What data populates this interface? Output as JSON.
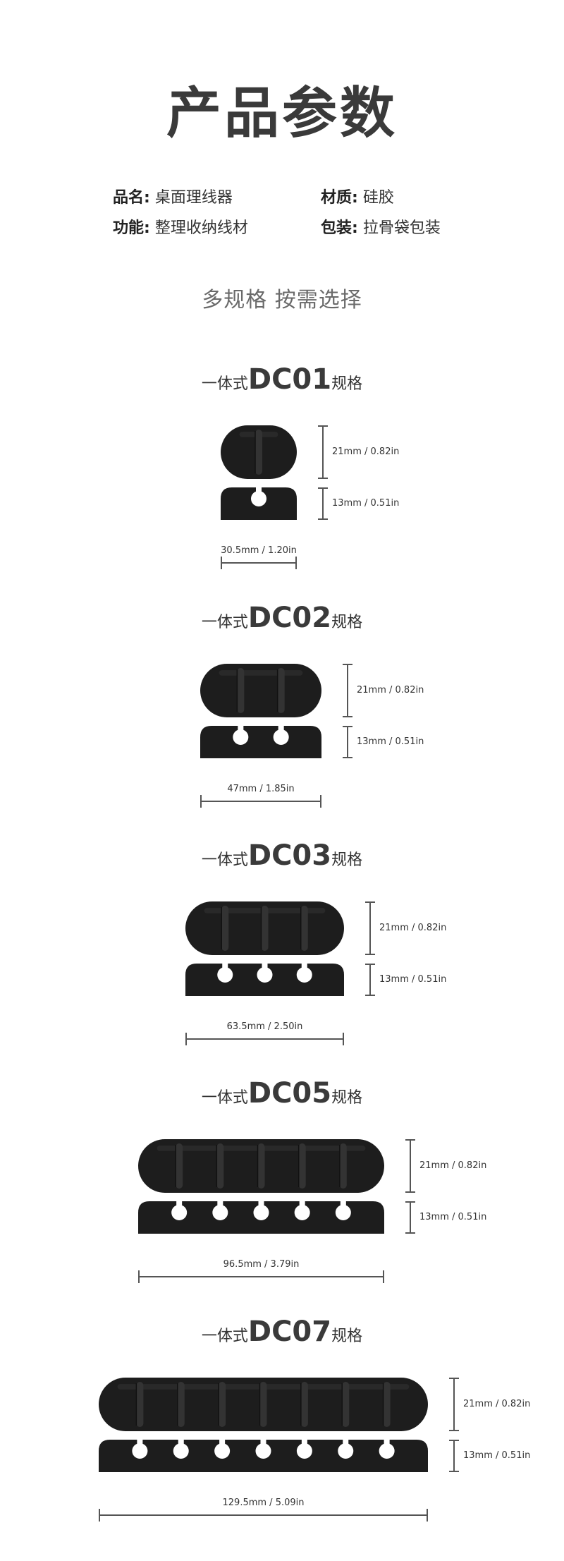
{
  "title": "产品参数",
  "info": {
    "name_label": "品名:",
    "name_value": "桌面理线器",
    "material_label": "材质:",
    "material_value": "硅胶",
    "function_label": "功能:",
    "function_value": "整理收纳线材",
    "package_label": "包装:",
    "package_value": "拉骨袋包装"
  },
  "subtitle": "多规格 按需选择",
  "models": [
    {
      "prefix": "一体式",
      "code": "DC01",
      "suffix": "规格",
      "slots": 1,
      "height": "21mm / 0.82in",
      "thickness": "13mm / 0.51in",
      "length": "30.5mm / 1.20in"
    },
    {
      "prefix": "一体式",
      "code": "DC02",
      "suffix": "规格",
      "slots": 2,
      "height": "21mm / 0.82in",
      "thickness": "13mm / 0.51in",
      "length": "47mm / 1.85in"
    },
    {
      "prefix": "一体式",
      "code": "DC03",
      "suffix": "规格",
      "slots": 3,
      "height": "21mm / 0.82in",
      "thickness": "13mm / 0.51in",
      "length": "63.5mm / 2.50in"
    },
    {
      "prefix": "一体式",
      "code": "DC05",
      "suffix": "规格",
      "slots": 5,
      "height": "21mm / 0.82in",
      "thickness": "13mm / 0.51in",
      "length": "96.5mm / 3.79in"
    },
    {
      "prefix": "一体式",
      "code": "DC07",
      "suffix": "规格",
      "slots": 7,
      "height": "21mm / 0.82in",
      "thickness": "13mm / 0.51in",
      "length": "129.5mm / 5.09in"
    }
  ],
  "colors": {
    "product": "#1d1d1d",
    "product_light": "#3a3a3a",
    "text": "#333333"
  }
}
